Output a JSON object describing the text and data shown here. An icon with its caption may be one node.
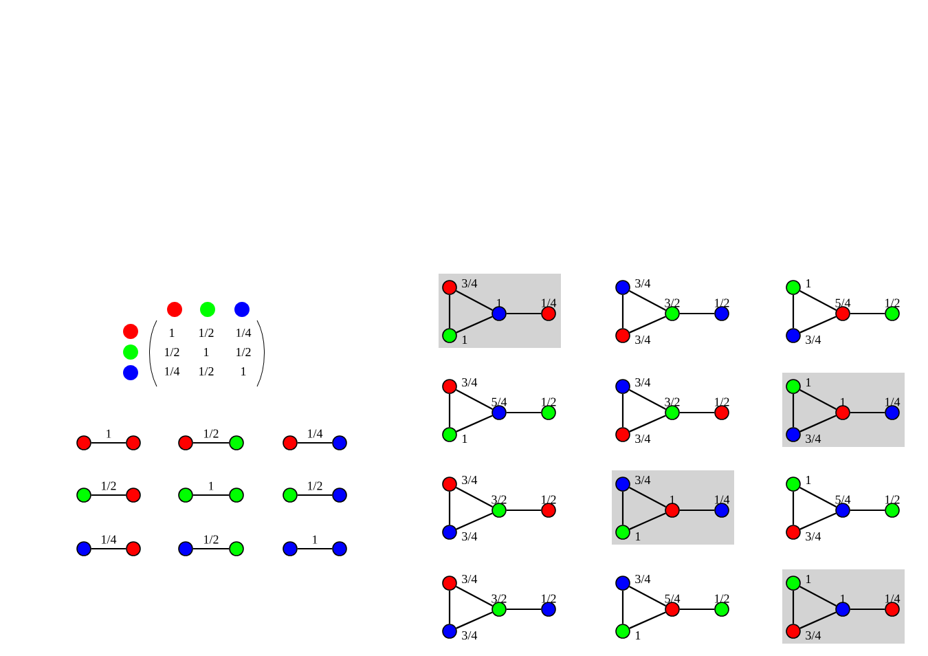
{
  "diagram": {
    "nodes": [
      {
        "text": [],
        "shape": "circle"
      },
      {
        "text": [],
        "shape": "circle"
      },
      {
        "text": [],
        "shape": "circle"
      },
      {
        "text": [],
        "shape": "circle"
      },
      {
        "text": [],
        "shape": "circle"
      },
      {
        "text": [],
        "shape": "circle"
      },
      {
        "text": [],
        "shape": "circle"
      },
      {
        "text": [],
        "shape": "circle"
      },
      {
        "text": [],
        "shape": "circle"
      },
      {
        "text": [],
        "shape": "circle"
      },
      {
        "text": [],
        "shape": "circle"
      },
      {
        "text": [],
        "shape": "circle"
      },
      {
        "text": [],
        "shape": "circle"
      },
      {
        "text": [],
        "shape": "circle"
      },
      {
        "text": [],
        "shape": "circle"
      },
      {
        "text": [],
        "shape": "circle"
      },
      {
        "text": [],
        "shape": "circle"
      },
      {
        "text": [],
        "shape": "circle"
      },
      {
        "text": [],
        "shape": "circle",
        "beside": [
          "3/4"
        ]
      },
      {
        "text": [],
        "shape": "circle",
        "beside": [
          "1"
        ]
      },
      {
        "text": [],
        "shape": "circle",
        "beside": [
          "1"
        ]
      },
      {
        "text": [],
        "shape": "circle",
        "beside": [
          "1/4"
        ]
      },
      {
        "text": [],
        "shape": "circle",
        "beside": [
          "3/4"
        ]
      },
      {
        "text": [],
        "shape": "circle",
        "beside": [
          "3/4"
        ]
      },
      {
        "text": [],
        "shape": "circle",
        "beside": [
          "3/2"
        ]
      },
      {
        "text": [],
        "shape": "circle",
        "beside": [
          "1/2"
        ]
      },
      {
        "text": [],
        "shape": "circle",
        "beside": [
          "1"
        ]
      },
      {
        "text": [],
        "shape": "circle",
        "beside": [
          "3/4"
        ]
      },
      {
        "text": [],
        "shape": "circle",
        "beside": [
          "5/4"
        ]
      },
      {
        "text": [],
        "shape": "circle",
        "beside": [
          "1/2"
        ]
      },
      {
        "text": [],
        "shape": "circle",
        "beside": [
          "3/4"
        ]
      },
      {
        "text": [],
        "shape": "circle",
        "beside": [
          "1"
        ]
      },
      {
        "text": [],
        "shape": "circle",
        "beside": [
          "5/4"
        ]
      },
      {
        "text": [],
        "shape": "circle",
        "beside": [
          "1/2"
        ]
      },
      {
        "text": [],
        "shape": "circle",
        "beside": [
          "3/4"
        ]
      },
      {
        "text": [],
        "shape": "circle",
        "beside": [
          "3/4"
        ]
      },
      {
        "text": [],
        "shape": "circle",
        "beside": [
          "3/2"
        ]
      },
      {
        "text": [],
        "shape": "circle",
        "beside": [
          "1/2"
        ]
      },
      {
        "text": [],
        "shape": "circle",
        "beside": [
          "1"
        ]
      },
      {
        "text": [],
        "shape": "circle",
        "beside": [
          "3/4"
        ]
      },
      {
        "text": [],
        "shape": "circle",
        "beside": [
          "1"
        ]
      },
      {
        "text": [],
        "shape": "circle",
        "beside": [
          "1/4"
        ]
      },
      {
        "text": [],
        "shape": "circle",
        "beside": [
          "3/4"
        ]
      },
      {
        "text": [],
        "shape": "circle",
        "beside": [
          "3/4"
        ]
      },
      {
        "text": [],
        "shape": "circle",
        "beside": [
          "3/2"
        ]
      },
      {
        "text": [],
        "shape": "circle",
        "beside": [
          "1/2"
        ]
      },
      {
        "text": [],
        "shape": "circle",
        "beside": [
          "3/4"
        ]
      },
      {
        "text": [],
        "shape": "circle",
        "beside": [
          "1"
        ]
      },
      {
        "text": [],
        "shape": "circle",
        "beside": [
          "1"
        ]
      },
      {
        "text": [],
        "shape": "circle",
        "beside": [
          "1/4"
        ]
      },
      {
        "text": [],
        "shape": "circle",
        "beside": [
          "1"
        ]
      },
      {
        "text": [],
        "shape": "circle",
        "beside": [
          "3/4"
        ]
      },
      {
        "text": [],
        "shape": "circle",
        "beside": [
          "5/4"
        ]
      },
      {
        "text": [],
        "shape": "circle",
        "beside": [
          "1/2"
        ]
      },
      {
        "text": [],
        "shape": "circle",
        "beside": [
          "3/4"
        ]
      },
      {
        "text": [],
        "shape": "circle",
        "beside": [
          "3/4"
        ]
      },
      {
        "text": [],
        "shape": "circle",
        "beside": [
          "3/2"
        ]
      },
      {
        "text": [],
        "shape": "circle",
        "beside": [
          "1/2"
        ]
      },
      {
        "text": [],
        "shape": "circle",
        "beside": [
          "3/4"
        ]
      },
      {
        "text": [],
        "shape": "circle",
        "beside": [
          "1"
        ]
      },
      {
        "text": [],
        "shape": "circle",
        "beside": [
          "5/4"
        ]
      },
      {
        "text": [],
        "shape": "circle",
        "beside": [
          "1/2"
        ]
      },
      {
        "text": [],
        "shape": "circle",
        "beside": [
          "1"
        ]
      },
      {
        "text": [],
        "shape": "circle",
        "beside": [
          "3/4"
        ]
      },
      {
        "text": [],
        "shape": "circle",
        "beside": [
          "1"
        ]
      },
      {
        "text": [],
        "shape": "circle",
        "beside": [
          "1/4"
        ]
      }
    ],
    "edges": [
      {
        "from": 0,
        "to": 1,
        "arrow": "none",
        "label": "1"
      },
      {
        "from": 2,
        "to": 3,
        "arrow": "none",
        "label": "1/2"
      },
      {
        "from": 4,
        "to": 5,
        "arrow": "none",
        "label": "1/4"
      },
      {
        "from": 6,
        "to": 7,
        "arrow": "none",
        "label": "1/2"
      },
      {
        "from": 8,
        "to": 9,
        "arrow": "none",
        "label": "1"
      },
      {
        "from": 10,
        "to": 11,
        "arrow": "none",
        "label": "1/2"
      },
      {
        "from": 12,
        "to": 13,
        "arrow": "none",
        "label": "1/4"
      },
      {
        "from": 14,
        "to": 15,
        "arrow": "none",
        "label": "1/2"
      },
      {
        "from": 16,
        "to": 17,
        "arrow": "none",
        "label": "1"
      },
      {
        "from": 18,
        "to": 19,
        "arrow": "none"
      },
      {
        "from": 18,
        "to": 20,
        "arrow": "none"
      },
      {
        "from": 19,
        "to": 20,
        "arrow": "none"
      },
      {
        "from": 20,
        "to": 21,
        "arrow": "none"
      },
      {
        "from": 22,
        "to": 23,
        "arrow": "none"
      },
      {
        "from": 22,
        "to": 24,
        "arrow": "none"
      },
      {
        "from": 23,
        "to": 24,
        "arrow": "none"
      },
      {
        "from": 24,
        "to": 25,
        "arrow": "none"
      },
      {
        "from": 26,
        "to": 27,
        "arrow": "none"
      },
      {
        "from": 26,
        "to": 28,
        "arrow": "none"
      },
      {
        "from": 27,
        "to": 28,
        "arrow": "none"
      },
      {
        "from": 28,
        "to": 29,
        "arrow": "none"
      },
      {
        "from": 30,
        "to": 31,
        "arrow": "none"
      },
      {
        "from": 30,
        "to": 32,
        "arrow": "none"
      },
      {
        "from": 31,
        "to": 32,
        "arrow": "none"
      },
      {
        "from": 32,
        "to": 33,
        "arrow": "none"
      },
      {
        "from": 34,
        "to": 35,
        "arrow": "none"
      },
      {
        "from": 34,
        "to": 36,
        "arrow": "none"
      },
      {
        "from": 35,
        "to": 36,
        "arrow": "none"
      },
      {
        "from": 36,
        "to": 37,
        "arrow": "none"
      },
      {
        "from": 38,
        "to": 39,
        "arrow": "none"
      },
      {
        "from": 38,
        "to": 40,
        "arrow": "none"
      },
      {
        "from": 39,
        "to": 40,
        "arrow": "none"
      },
      {
        "from": 40,
        "to": 41,
        "arrow": "none"
      },
      {
        "from": 42,
        "to": 43,
        "arrow": "none"
      },
      {
        "from": 42,
        "to": 44,
        "arrow": "none"
      },
      {
        "from": 43,
        "to": 44,
        "arrow": "none"
      },
      {
        "from": 44,
        "to": 45,
        "arrow": "none"
      },
      {
        "from": 46,
        "to": 47,
        "arrow": "none"
      },
      {
        "from": 46,
        "to": 48,
        "arrow": "none"
      },
      {
        "from": 47,
        "to": 48,
        "arrow": "none"
      },
      {
        "from": 48,
        "to": 49,
        "arrow": "none"
      },
      {
        "from": 50,
        "to": 51,
        "arrow": "none"
      },
      {
        "from": 50,
        "to": 52,
        "arrow": "none"
      },
      {
        "from": 51,
        "to": 52,
        "arrow": "none"
      },
      {
        "from": 52,
        "to": 53,
        "arrow": "none"
      },
      {
        "from": 54,
        "to": 55,
        "arrow": "none"
      },
      {
        "from": 54,
        "to": 56,
        "arrow": "none"
      },
      {
        "from": 55,
        "to": 56,
        "arrow": "none"
      },
      {
        "from": 56,
        "to": 57,
        "arrow": "none"
      },
      {
        "from": 58,
        "to": 59,
        "arrow": "none"
      },
      {
        "from": 58,
        "to": 60,
        "arrow": "none"
      },
      {
        "from": 59,
        "to": 60,
        "arrow": "none"
      },
      {
        "from": 60,
        "to": 61,
        "arrow": "none"
      },
      {
        "from": 62,
        "to": 63,
        "arrow": "none"
      },
      {
        "from": 62,
        "to": 64,
        "arrow": "none"
      },
      {
        "from": 63,
        "to": 64,
        "arrow": "none"
      },
      {
        "from": 64,
        "to": 65,
        "arrow": "none"
      }
    ],
    "labels": [
      "1",
      "1/2",
      "1/4",
      "1/2",
      "1",
      "1/2",
      "1/4",
      "1/2",
      "1"
    ]
  }
}
